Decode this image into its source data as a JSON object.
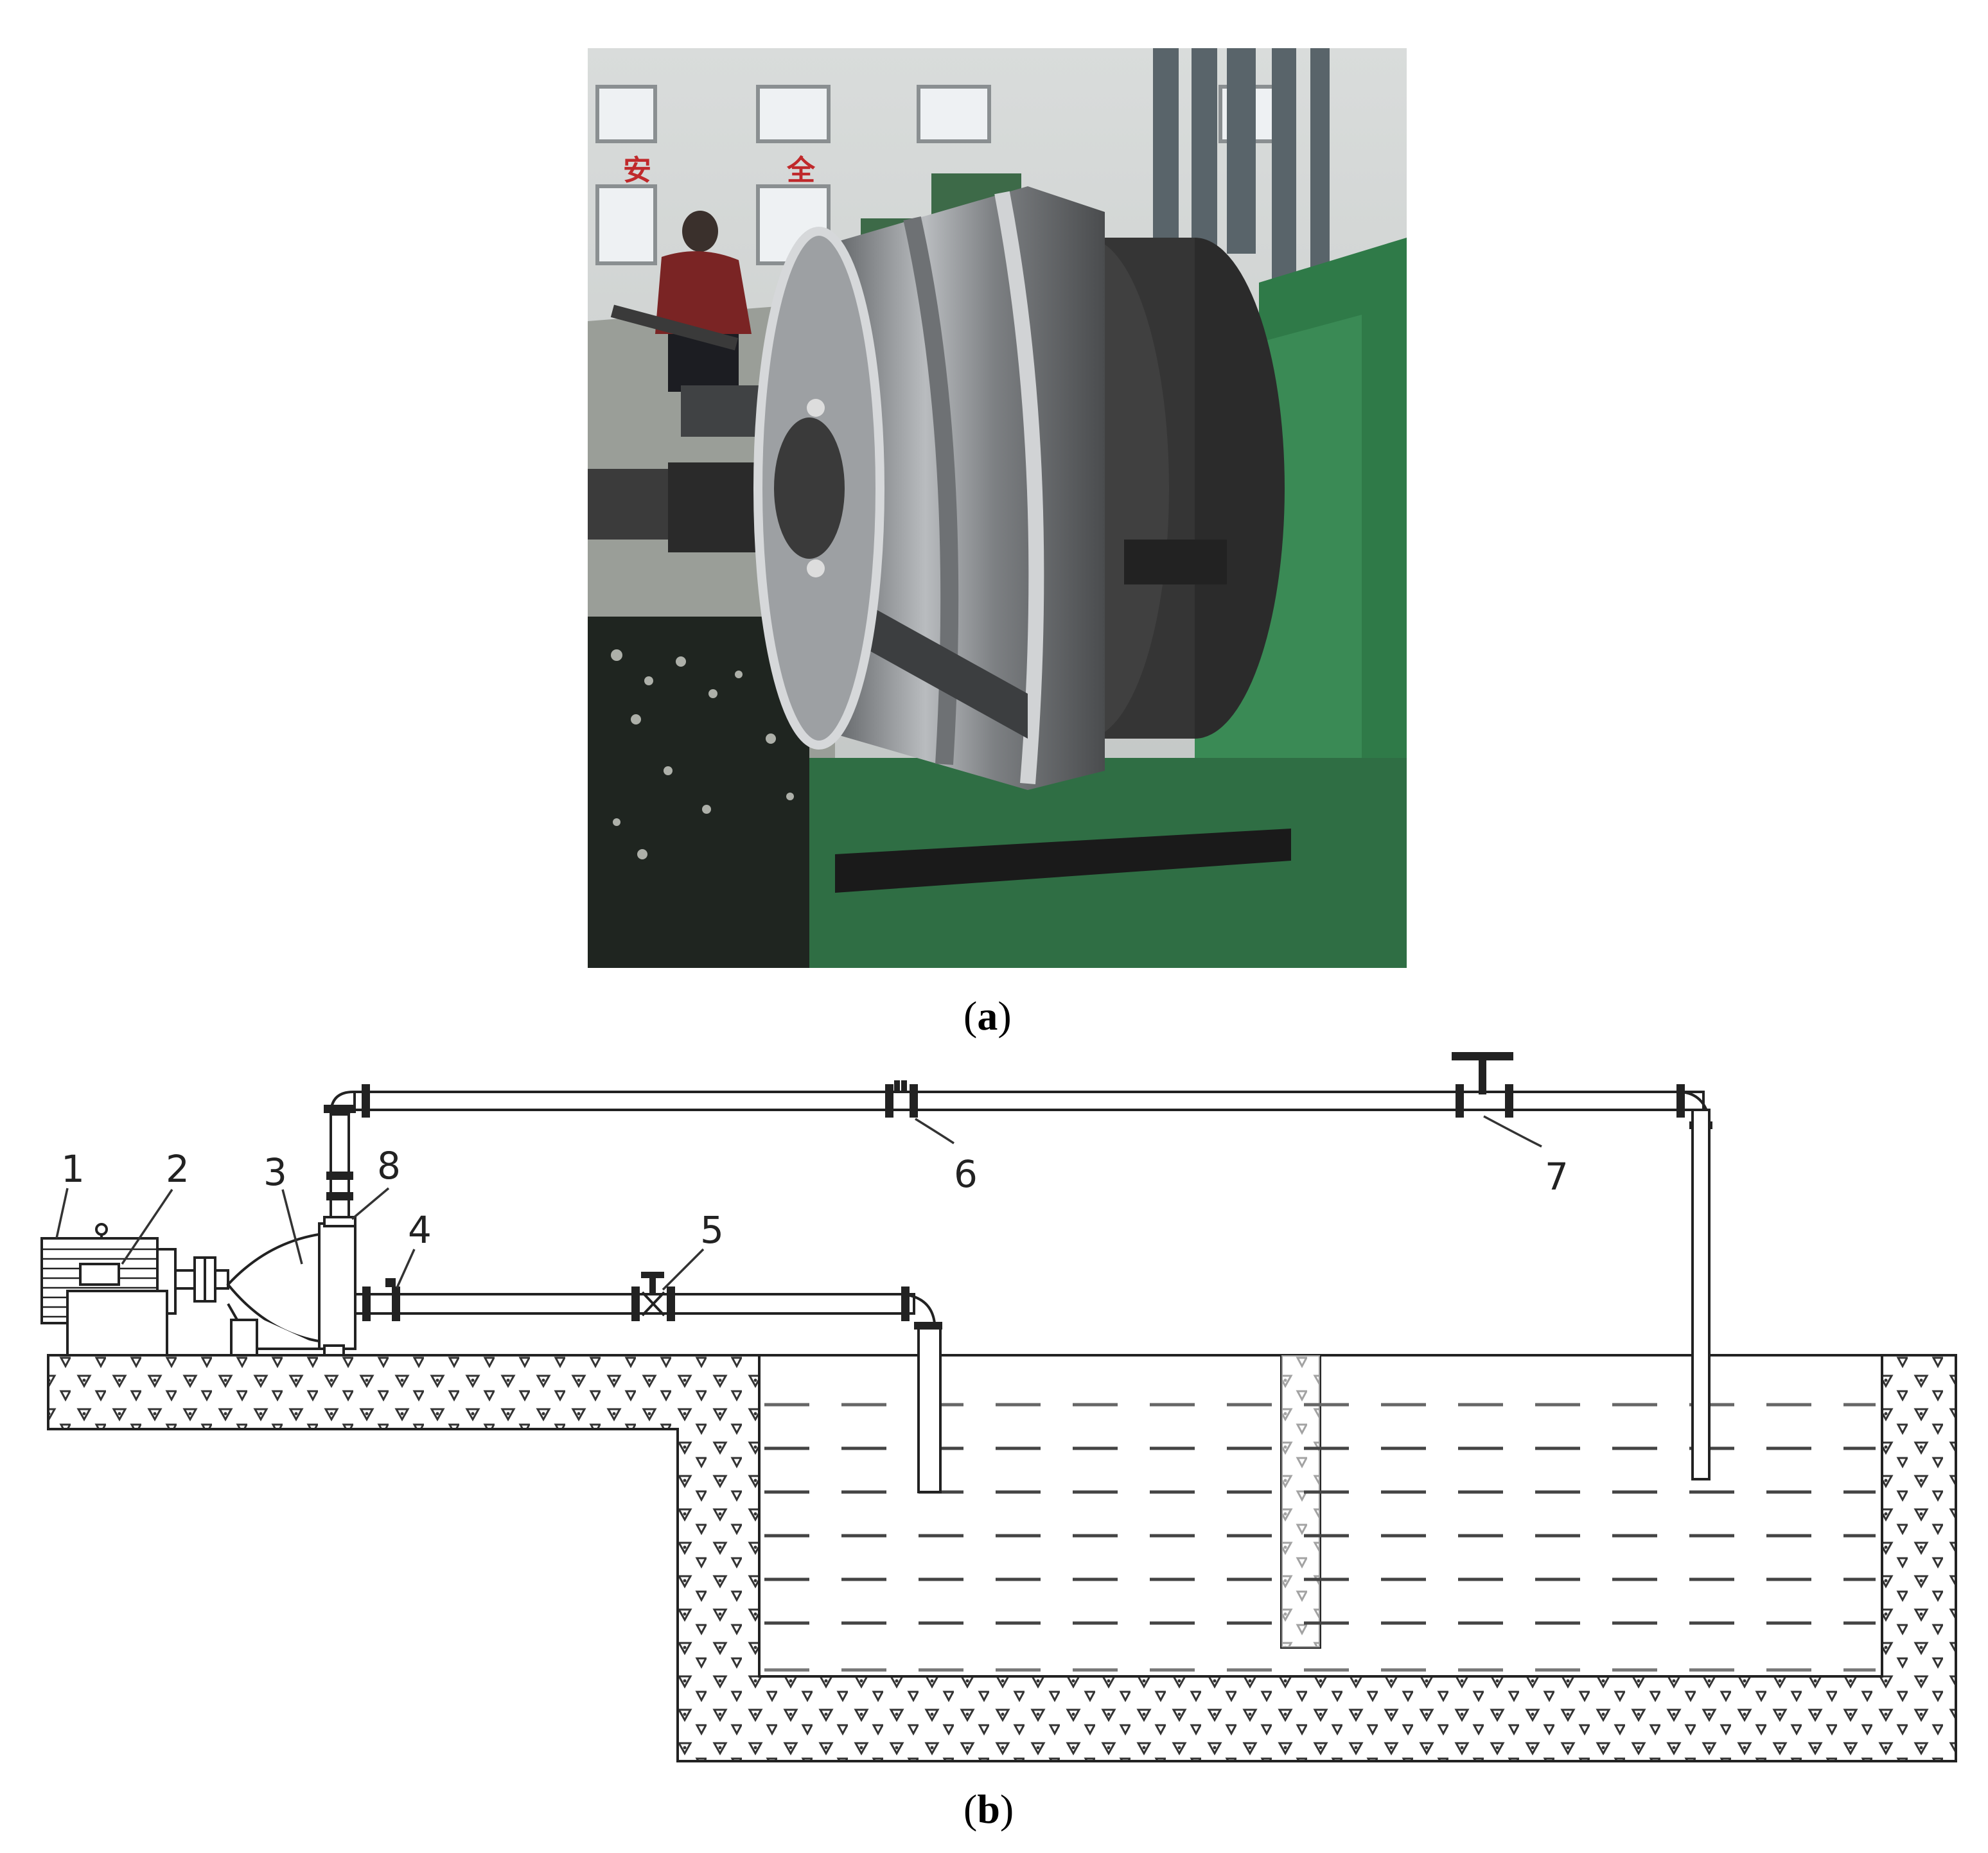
{
  "figure": {
    "photo_caption": "a",
    "schematic_caption": "b",
    "photo_sign_text": [
      "安",
      "全"
    ],
    "labels": [
      "1",
      "2",
      "3",
      "4",
      "5",
      "6",
      "7",
      "8"
    ]
  },
  "colors": {
    "machine_green": "#2f7a48",
    "impeller_steel": "#8a8d90",
    "chuck_dark": "#353535",
    "line": "#222222",
    "water_dash": "#444444"
  }
}
